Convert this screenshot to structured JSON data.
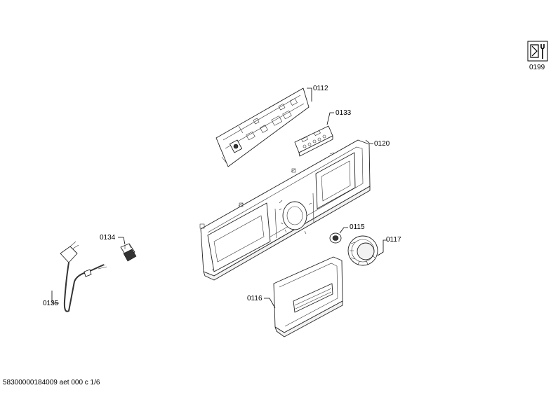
{
  "callouts": {
    "p0199": "0199",
    "p0112": "0112",
    "p0133": "0133",
    "p0120": "0120",
    "p0134": "0134",
    "p0115": "0115",
    "p0117": "0117",
    "p0135": "0135",
    "p0116": "0116"
  },
  "icons": {
    "service": "service-tool-icon"
  },
  "footer": {
    "doc_id": "58300000184009 aet 000 c 1/6"
  }
}
